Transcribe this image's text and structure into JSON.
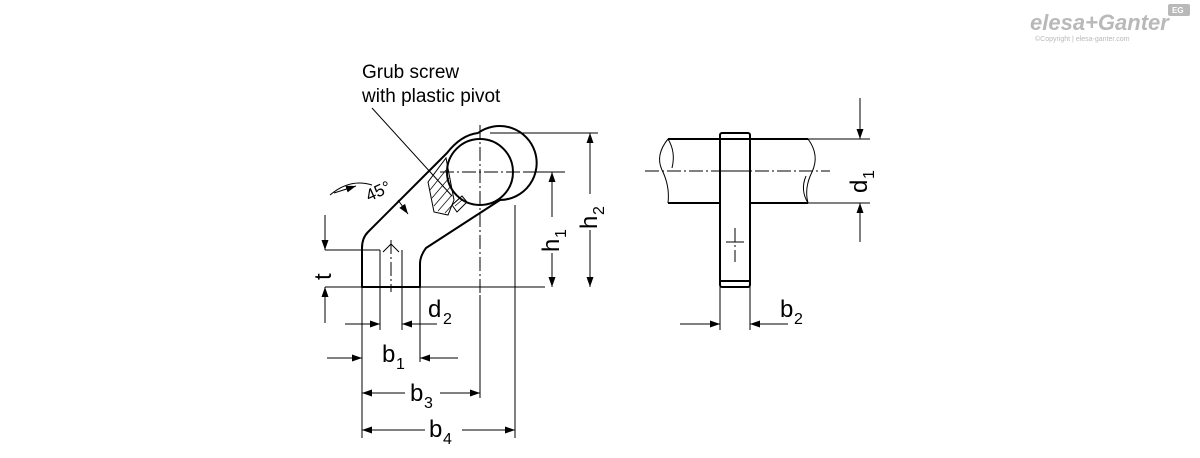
{
  "logo": {
    "brand": "elesa+Ganter",
    "copyright": "©Copyright | elesa-ganter.com",
    "badge": "EG"
  },
  "annotation": {
    "line1": "Grub screw",
    "line2": "with plastic pivot"
  },
  "angle_label": "45°",
  "dimensions": {
    "t": {
      "main": "t",
      "sub": ""
    },
    "h1": {
      "main": "h",
      "sub": "1"
    },
    "h2": {
      "main": "h",
      "sub": "2"
    },
    "d1": {
      "main": "d",
      "sub": "1"
    },
    "d2": {
      "main": "d",
      "sub": "2"
    },
    "b1": {
      "main": "b",
      "sub": "1"
    },
    "b2": {
      "main": "b",
      "sub": "2"
    },
    "b3": {
      "main": "b",
      "sub": "3"
    },
    "b4": {
      "main": "b",
      "sub": "4"
    }
  }
}
